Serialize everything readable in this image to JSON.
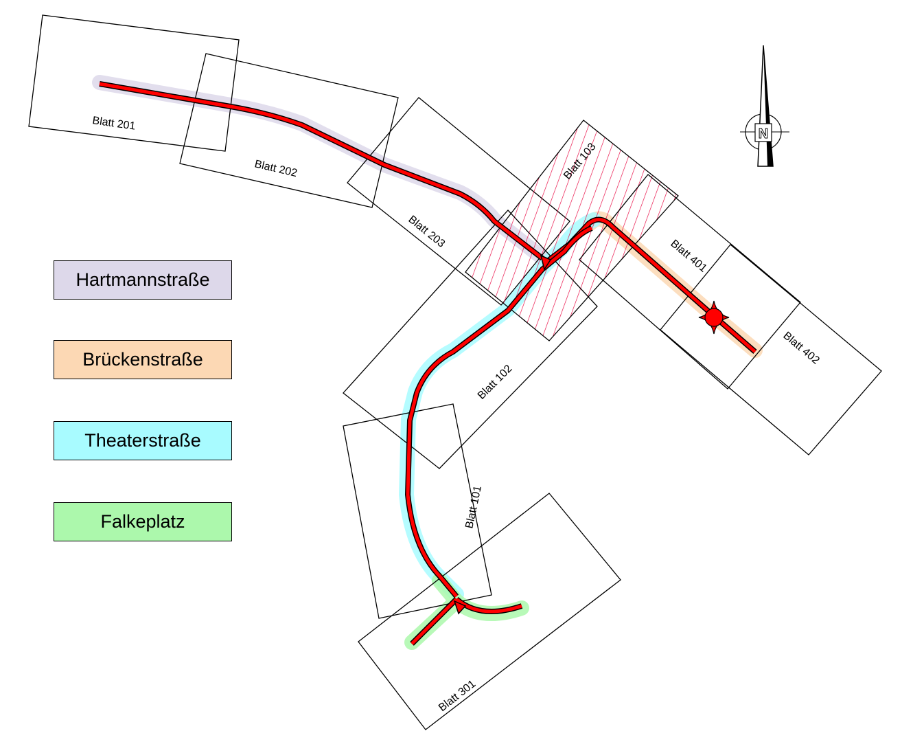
{
  "legend": [
    {
      "label": "Hartmannstraße",
      "color": "#ddd8ea"
    },
    {
      "label": "Brückenstraße",
      "color": "#fcd8b4"
    },
    {
      "label": "Theaterstraße",
      "color": "#a8fbff"
    },
    {
      "label": "Falkeplatz",
      "color": "#acf8ac"
    }
  ],
  "sheets": {
    "s201": "Blatt 201",
    "s202": "Blatt 202",
    "s203": "Blatt 203",
    "s103": "Blatt 103",
    "s401": "Blatt 401",
    "s402": "Blatt 402",
    "s102": "Blatt 102",
    "s101": "Blatt 101",
    "s301": "Blatt 301"
  },
  "north_arrow": {
    "letter": "N"
  },
  "colors": {
    "road": "#ff0000",
    "hatch": "#e8003c"
  }
}
